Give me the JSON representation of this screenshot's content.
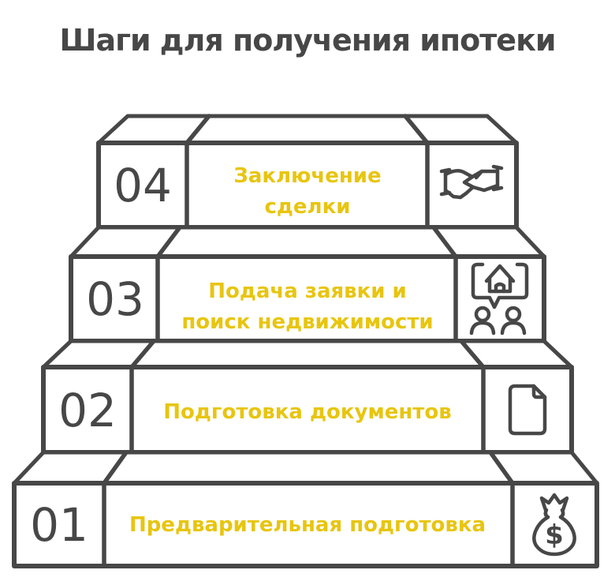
{
  "title": "Шаги для получения ипотеки",
  "colors": {
    "stroke": "#474747",
    "accent": "#e8c50f",
    "background": "#ffffff"
  },
  "steps": [
    {
      "number": "04",
      "label_line1": "Заключение",
      "label_line2": "сделки",
      "icon": "handshake-icon"
    },
    {
      "number": "03",
      "label_line1": "Подача заявки и",
      "label_line2": "поиск недвижимости",
      "icon": "realtor-clients-icon"
    },
    {
      "number": "02",
      "label_line1": "Подготовка документов",
      "label_line2": "",
      "icon": "document-icon"
    },
    {
      "number": "01",
      "label_line1": "Предварительная подготовка",
      "label_line2": "",
      "icon": "money-bag-icon"
    }
  ]
}
